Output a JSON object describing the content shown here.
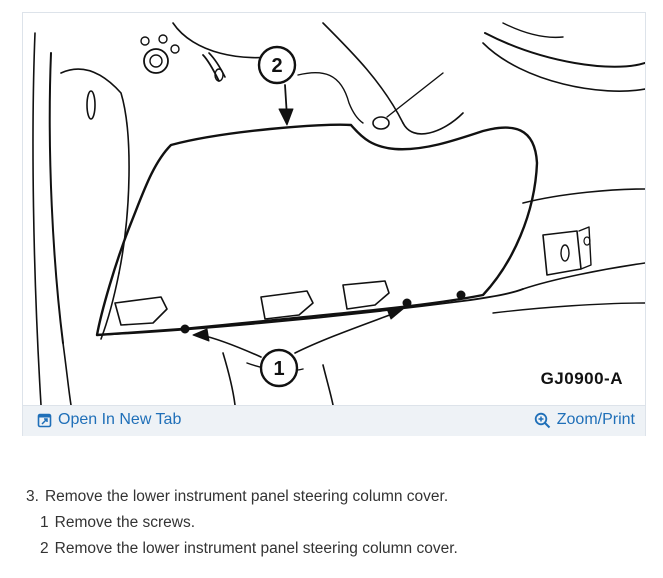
{
  "figure": {
    "callouts": [
      "1",
      "2"
    ],
    "code": "GJ0900-A"
  },
  "toolbar": {
    "open_label": "Open In New Tab",
    "zoom_label": "Zoom/Print",
    "open_icon": "open-in-new-tab-icon",
    "zoom_icon": "zoom-icon",
    "link_color": "#1f6fb8"
  },
  "steps": {
    "main_number": "3.",
    "main_text": "Remove the lower instrument panel steering column cover.",
    "substeps": [
      {
        "number": "1",
        "text": "Remove the screws."
      },
      {
        "number": "2",
        "text": "Remove the lower instrument panel steering column cover."
      }
    ]
  }
}
